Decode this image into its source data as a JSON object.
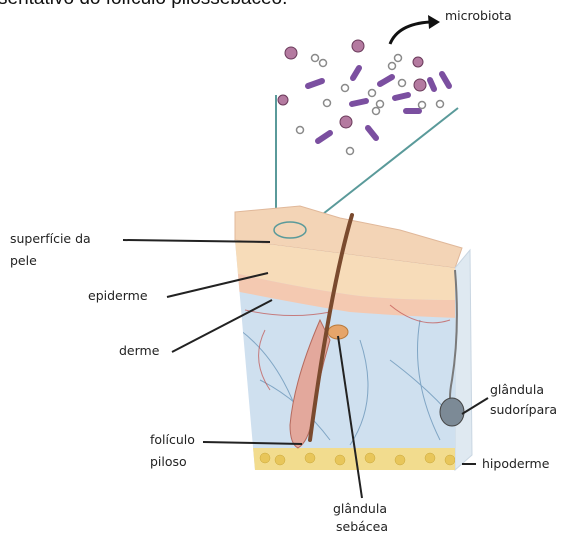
{
  "caption": "sentativo do folículo pilossebáceo.",
  "labels": {
    "microbiota": "microbiota",
    "skin_surface_line1": "superfície da",
    "skin_surface_line2": "pele",
    "epidermis": "epiderme",
    "dermis": "derme",
    "hair_follicle_line1": "folículo",
    "hair_follicle_line2": "piloso",
    "sebaceous_gland_line1": "glândula",
    "sebaceous_gland_line2": "sebácea",
    "sweat_gland_line1": "glândula",
    "sweat_gland_line2": "sudorípara",
    "hypodermis": "hipoderme"
  },
  "colors": {
    "surface": "#f3d4b6",
    "epidermis": "#f7dcb9",
    "dermis": "#cfe0ef",
    "hypodermis": "#f2dc8e",
    "hair": "#7a4a2e",
    "bacteria_rod": "#7b4fa0",
    "leader_line": "#222222",
    "zoom_line": "#5a9a9a"
  }
}
